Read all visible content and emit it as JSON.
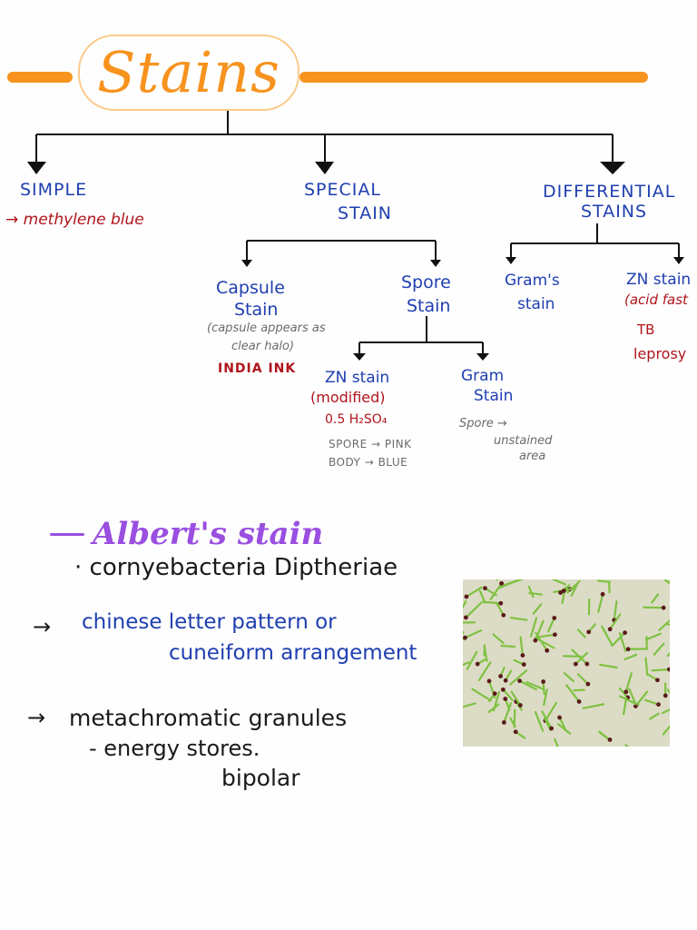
{
  "title": "Stains",
  "tree": {
    "simple": {
      "label": "SIMPLE",
      "example": "methylene blue"
    },
    "special": {
      "label_line1": "SPECIAL",
      "label_line2": "STAIN"
    },
    "differential": {
      "label_line1": "DIFFERENTIAL",
      "label_line2": "STAINS"
    },
    "capsule": {
      "label_line1": "Capsule",
      "label_line2": "Stain",
      "note_line1": "(capsule appears as",
      "note_line2": "clear halo)",
      "example": "INDIA INK"
    },
    "spore": {
      "label_line1": "Spore",
      "label_line2": "Stain"
    },
    "zn_spore": {
      "label": "ZN stain",
      "modifier": "(modified)",
      "acid": "0.5 H₂SO₄",
      "result_line1": "SPORE → PINK",
      "result_line2": "BODY → BLUE"
    },
    "gram_spore": {
      "label_line1": "Gram",
      "label_line2": "Stain",
      "note_line1": "Spore →",
      "note_line2": "unstained",
      "note_line3": "area"
    },
    "grams": {
      "label_line1": "Gram's",
      "label_line2": "stain"
    },
    "zn_diff": {
      "label": "ZN stain",
      "note": "(acid fast",
      "example_line1": "TB",
      "example_line2": "leprosy"
    }
  },
  "albert": {
    "heading": "Albert's stain",
    "organism": "· cornyebacteria Diptheriae",
    "pattern_line1": "chinese letter pattern or",
    "pattern_line2": "cuneiform arrangement",
    "granules_line1": "metachromatic granules",
    "granules_line2": "- energy stores.",
    "granules_line3": "bipolar"
  },
  "colors": {
    "title": "#f7931e",
    "node_label": "#1f3fb0",
    "example": "#b0141c",
    "heading": "#9a4fe0",
    "micro_background": "#dcdcc6",
    "micro_rods": "#7fc142",
    "micro_granules": "#5a1a1a"
  },
  "icons": {
    "arrow": "→",
    "down_arrowhead": "triangle-down"
  }
}
